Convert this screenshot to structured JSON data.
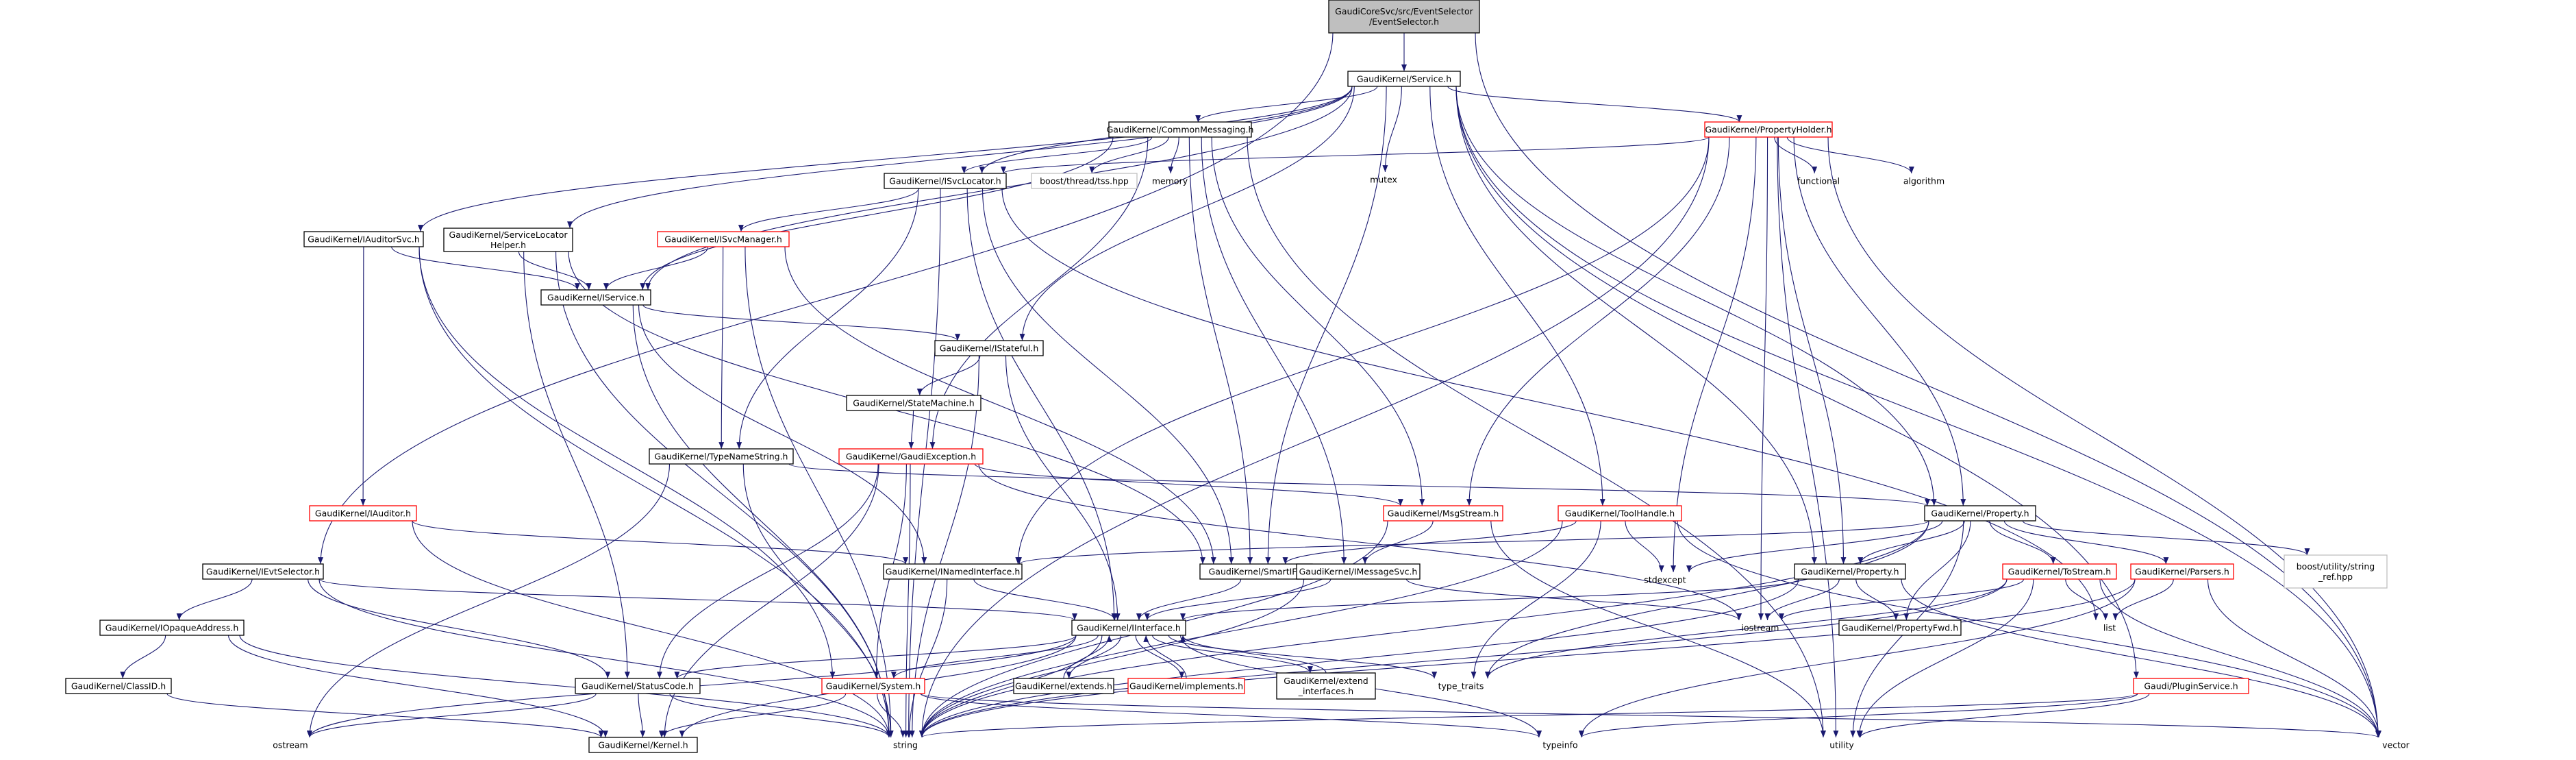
{
  "diagram": {
    "type": "include-dependency-graph",
    "nodes": [
      {
        "id": "root",
        "lines": [
          "GaudiCoreSvc/src/EventSelector",
          "/EventSelector.h"
        ],
        "style": "root"
      },
      {
        "id": "service",
        "lines": [
          "GaudiKernel/Service.h"
        ],
        "style": "normal"
      },
      {
        "id": "commonmsg",
        "lines": [
          "GaudiKernel/CommonMessaging.h"
        ],
        "style": "normal"
      },
      {
        "id": "mutex",
        "lines": [
          "mutex"
        ],
        "style": "plain"
      },
      {
        "id": "propholder",
        "lines": [
          "GaudiKernel/PropertyHolder.h"
        ],
        "style": "red"
      },
      {
        "id": "isvclocator",
        "lines": [
          "GaudiKernel/ISvcLocator.h"
        ],
        "style": "normal"
      },
      {
        "id": "boosttss",
        "lines": [
          "boost/thread/tss.hpp"
        ],
        "style": "grey"
      },
      {
        "id": "memory",
        "lines": [
          "memory"
        ],
        "style": "plain"
      },
      {
        "id": "functional",
        "lines": [
          "functional"
        ],
        "style": "plain"
      },
      {
        "id": "algorithm",
        "lines": [
          "algorithm"
        ],
        "style": "plain"
      },
      {
        "id": "iauditorsvc",
        "lines": [
          "GaudiKernel/IAuditorSvc.h"
        ],
        "style": "normal"
      },
      {
        "id": "svclochelper",
        "lines": [
          "GaudiKernel/ServiceLocator",
          "Helper.h"
        ],
        "style": "normal"
      },
      {
        "id": "isvcmanager",
        "lines": [
          "GaudiKernel/ISvcManager.h"
        ],
        "style": "red"
      },
      {
        "id": "iservice",
        "lines": [
          "GaudiKernel/IService.h"
        ],
        "style": "normal"
      },
      {
        "id": "istateful",
        "lines": [
          "GaudiKernel/IStateful.h"
        ],
        "style": "normal"
      },
      {
        "id": "statemachine",
        "lines": [
          "GaudiKernel/StateMachine.h"
        ],
        "style": "normal"
      },
      {
        "id": "typenamestring",
        "lines": [
          "GaudiKernel/TypeNameString.h"
        ],
        "style": "normal"
      },
      {
        "id": "gaudiexception",
        "lines": [
          "GaudiKernel/GaudiException.h"
        ],
        "style": "red"
      },
      {
        "id": "iauditor",
        "lines": [
          "GaudiKernel/IAuditor.h"
        ],
        "style": "red"
      },
      {
        "id": "msgstream",
        "lines": [
          "GaudiKernel/MsgStream.h"
        ],
        "style": "red"
      },
      {
        "id": "toolhandle",
        "lines": [
          "GaudiKernel/ToolHandle.h"
        ],
        "style": "red"
      },
      {
        "id": "property",
        "lines": [
          "GaudiKernel/Property.h"
        ],
        "style": "normal"
      },
      {
        "id": "evtselector",
        "lines": [
          "GaudiKernel/IEvtSelector.h"
        ],
        "style": "normal"
      },
      {
        "id": "inamed",
        "lines": [
          "GaudiKernel/INamedInterface.h"
        ],
        "style": "normal"
      },
      {
        "id": "smartif",
        "lines": [
          "GaudiKernel/SmartIF.h"
        ],
        "style": "normal"
      },
      {
        "id": "imessagesvc",
        "lines": [
          "GaudiKernel/IMessageSvc.h"
        ],
        "style": "normal"
      },
      {
        "id": "stdexcept",
        "lines": [
          "stdexcept"
        ],
        "style": "plain"
      },
      {
        "id": "property2",
        "lines": [
          "GaudiKernel/Property.h"
        ],
        "style": "normal"
      },
      {
        "id": "tostream",
        "lines": [
          "GaudiKernel/ToStream.h"
        ],
        "style": "red"
      },
      {
        "id": "parsers",
        "lines": [
          "GaudiKernel/Parsers.h"
        ],
        "style": "red"
      },
      {
        "id": "boostutil",
        "lines": [
          "boost/utility/string",
          "_ref.hpp"
        ],
        "style": "grey"
      },
      {
        "id": "iopaque",
        "lines": [
          "GaudiKernel/IOpaqueAddress.h"
        ],
        "style": "normal"
      },
      {
        "id": "classid",
        "lines": [
          "GaudiKernel/ClassID.h"
        ],
        "style": "normal"
      },
      {
        "id": "iinterface",
        "lines": [
          "GaudiKernel/IInterface.h"
        ],
        "style": "normal"
      },
      {
        "id": "iostream",
        "lines": [
          "iostream"
        ],
        "style": "plain"
      },
      {
        "id": "list",
        "lines": [
          "list"
        ],
        "style": "plain"
      },
      {
        "id": "propertyfwd",
        "lines": [
          "GaudiKernel/PropertyFwd.h"
        ],
        "style": "normal"
      },
      {
        "id": "statuscode",
        "lines": [
          "GaudiKernel/StatusCode.h"
        ],
        "style": "normal"
      },
      {
        "id": "system",
        "lines": [
          "GaudiKernel/System.h"
        ],
        "style": "red"
      },
      {
        "id": "extends",
        "lines": [
          "GaudiKernel/extends.h"
        ],
        "style": "normal"
      },
      {
        "id": "implements",
        "lines": [
          "GaudiKernel/implements.h"
        ],
        "style": "red"
      },
      {
        "id": "extendintf",
        "lines": [
          "GaudiKernel/extend",
          "_interfaces.h"
        ],
        "style": "normal"
      },
      {
        "id": "typetraits",
        "lines": [
          "type_traits"
        ],
        "style": "plain"
      },
      {
        "id": "pluginsvc",
        "lines": [
          "Gaudi/PluginService.h"
        ],
        "style": "red"
      },
      {
        "id": "ostream",
        "lines": [
          "ostream"
        ],
        "style": "plain"
      },
      {
        "id": "kernel",
        "lines": [
          "GaudiKernel/Kernel.h"
        ],
        "style": "normal"
      },
      {
        "id": "string",
        "lines": [
          "string"
        ],
        "style": "plain"
      },
      {
        "id": "typeinfo",
        "lines": [
          "typeinfo"
        ],
        "style": "plain"
      },
      {
        "id": "utility",
        "lines": [
          "utility"
        ],
        "style": "plain"
      },
      {
        "id": "vector",
        "lines": [
          "vector"
        ],
        "style": "plain"
      }
    ],
    "edges": [
      [
        "root",
        "service"
      ],
      [
        "root",
        "evtselector"
      ],
      [
        "root",
        "vector"
      ],
      [
        "service",
        "commonmsg"
      ],
      [
        "service",
        "mutex"
      ],
      [
        "service",
        "propholder"
      ],
      [
        "service",
        "isvclocator"
      ],
      [
        "service",
        "iauditorsvc"
      ],
      [
        "service",
        "svclochelper"
      ],
      [
        "service",
        "iservice"
      ],
      [
        "service",
        "istateful"
      ],
      [
        "service",
        "smartif"
      ],
      [
        "service",
        "toolhandle"
      ],
      [
        "service",
        "property"
      ],
      [
        "service",
        "property2"
      ],
      [
        "service",
        "vector"
      ],
      [
        "service",
        "pluginsvc"
      ],
      [
        "commonmsg",
        "isvclocator"
      ],
      [
        "commonmsg",
        "boosttss"
      ],
      [
        "commonmsg",
        "memory"
      ],
      [
        "commonmsg",
        "iservice"
      ],
      [
        "commonmsg",
        "gaudiexception"
      ],
      [
        "commonmsg",
        "msgstream"
      ],
      [
        "commonmsg",
        "imessagesvc"
      ],
      [
        "commonmsg",
        "smartif"
      ],
      [
        "commonmsg",
        "utility"
      ],
      [
        "propholder",
        "isvclocator"
      ],
      [
        "propholder",
        "functional"
      ],
      [
        "propholder",
        "algorithm"
      ],
      [
        "propholder",
        "inamed"
      ],
      [
        "propholder",
        "msgstream"
      ],
      [
        "propholder",
        "property"
      ],
      [
        "propholder",
        "property2"
      ],
      [
        "propholder",
        "stdexcept"
      ],
      [
        "propholder",
        "iostream"
      ],
      [
        "propholder",
        "string"
      ],
      [
        "propholder",
        "vector"
      ],
      [
        "propholder",
        "utility"
      ],
      [
        "isvclocator",
        "isvcmanager"
      ],
      [
        "isvclocator",
        "typenamestring"
      ],
      [
        "isvclocator",
        "smartif"
      ],
      [
        "isvclocator",
        "iinterface"
      ],
      [
        "isvclocator",
        "list"
      ],
      [
        "isvclocator",
        "string"
      ],
      [
        "iauditorsvc",
        "iservice"
      ],
      [
        "iauditorsvc",
        "iauditor"
      ],
      [
        "iauditorsvc",
        "system"
      ],
      [
        "iauditorsvc",
        "string"
      ],
      [
        "svclochelper",
        "iservice"
      ],
      [
        "svclochelper",
        "smartif"
      ],
      [
        "svclochelper",
        "statuscode"
      ],
      [
        "svclochelper",
        "string"
      ],
      [
        "isvcmanager",
        "iservice"
      ],
      [
        "isvcmanager",
        "typenamestring"
      ],
      [
        "isvcmanager",
        "smartif"
      ],
      [
        "isvcmanager",
        "string"
      ],
      [
        "iservice",
        "istateful"
      ],
      [
        "iservice",
        "inamed"
      ],
      [
        "iservice",
        "string"
      ],
      [
        "istateful",
        "statemachine"
      ],
      [
        "istateful",
        "iinterface"
      ],
      [
        "istateful",
        "string"
      ],
      [
        "statemachine",
        "gaudiexception"
      ],
      [
        "typenamestring",
        "property"
      ],
      [
        "typenamestring",
        "ostream"
      ],
      [
        "typenamestring",
        "string"
      ],
      [
        "gaudiexception",
        "msgstream"
      ],
      [
        "gaudiexception",
        "statuscode"
      ],
      [
        "gaudiexception",
        "system"
      ],
      [
        "gaudiexception",
        "string"
      ],
      [
        "gaudiexception",
        "iostream"
      ],
      [
        "gaudiexception",
        "kernel"
      ],
      [
        "iauditor",
        "inamed"
      ],
      [
        "iauditor",
        "string"
      ],
      [
        "msgstream",
        "imessagesvc"
      ],
      [
        "msgstream",
        "string"
      ],
      [
        "msgstream",
        "utility"
      ],
      [
        "toolhandle",
        "smartif"
      ],
      [
        "toolhandle",
        "stdexcept"
      ],
      [
        "toolhandle",
        "typetraits"
      ],
      [
        "toolhandle",
        "string"
      ],
      [
        "toolhandle",
        "vector"
      ],
      [
        "property",
        "inamed"
      ],
      [
        "property",
        "stdexcept"
      ],
      [
        "property",
        "property2"
      ],
      [
        "property",
        "tostream"
      ],
      [
        "property",
        "parsers"
      ],
      [
        "property",
        "boostutil"
      ],
      [
        "property",
        "propertyfwd"
      ],
      [
        "property",
        "typetraits"
      ],
      [
        "property",
        "utility"
      ],
      [
        "property",
        "string"
      ],
      [
        "evtselector",
        "iinterface"
      ],
      [
        "evtselector",
        "iopaque"
      ],
      [
        "evtselector",
        "statuscode"
      ],
      [
        "evtselector",
        "string"
      ],
      [
        "inamed",
        "iinterface"
      ],
      [
        "inamed",
        "string"
      ],
      [
        "smartif",
        "iinterface"
      ],
      [
        "imessagesvc",
        "iinterface"
      ],
      [
        "imessagesvc",
        "iostream"
      ],
      [
        "imessagesvc",
        "string"
      ],
      [
        "property2",
        "iinterface"
      ],
      [
        "property2",
        "propertyfwd"
      ],
      [
        "property2",
        "iostream"
      ],
      [
        "property2",
        "string"
      ],
      [
        "property2",
        "vector"
      ],
      [
        "tostream",
        "iostream"
      ],
      [
        "tostream",
        "list"
      ],
      [
        "tostream",
        "typetraits"
      ],
      [
        "tostream",
        "string"
      ],
      [
        "tostream",
        "vector"
      ],
      [
        "tostream",
        "utility"
      ],
      [
        "parsers",
        "list"
      ],
      [
        "parsers",
        "string"
      ],
      [
        "parsers",
        "vector"
      ],
      [
        "parsers",
        "typeinfo"
      ],
      [
        "iopaque",
        "classid"
      ],
      [
        "iopaque",
        "string"
      ],
      [
        "iopaque",
        "kernel"
      ],
      [
        "classid",
        "kernel"
      ],
      [
        "iinterface",
        "statuscode"
      ],
      [
        "iinterface",
        "system"
      ],
      [
        "iinterface",
        "extends"
      ],
      [
        "iinterface",
        "implements"
      ],
      [
        "iinterface",
        "extendintf"
      ],
      [
        "iinterface",
        "typetraits"
      ],
      [
        "iinterface",
        "kernel"
      ],
      [
        "iinterface",
        "ostream"
      ],
      [
        "iinterface",
        "typeinfo"
      ],
      [
        "iinterface",
        "string"
      ],
      [
        "extends",
        "iinterface"
      ],
      [
        "implements",
        "iinterface"
      ],
      [
        "extendintf",
        "iinterface"
      ],
      [
        "statuscode",
        "ostream"
      ],
      [
        "statuscode",
        "kernel"
      ],
      [
        "statuscode",
        "string"
      ],
      [
        "system",
        "kernel"
      ],
      [
        "system",
        "string"
      ],
      [
        "system",
        "vector"
      ],
      [
        "system",
        "typeinfo"
      ],
      [
        "pluginsvc",
        "string"
      ],
      [
        "pluginsvc",
        "typeinfo"
      ],
      [
        "pluginsvc",
        "utility"
      ]
    ]
  }
}
